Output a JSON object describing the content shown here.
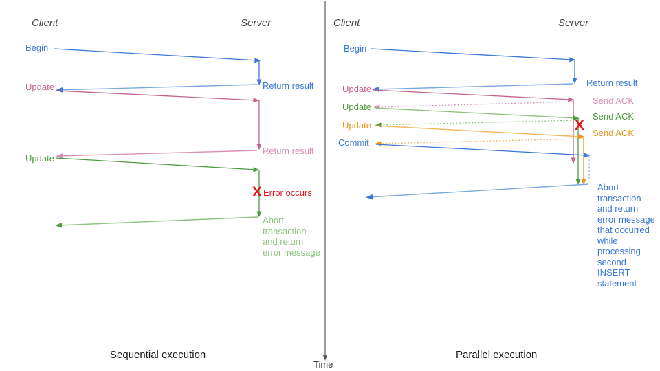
{
  "colors": {
    "blue": "#3b78d8",
    "blue_light": "#7ba7e0",
    "pink": "#c4628f",
    "pink_light": "#d98fb4",
    "green": "#4f9a41",
    "green_light": "#8cc47f",
    "orange": "#e8961e",
    "orange_light": "#f2b65c",
    "red": "#e8131a",
    "axis": "#595959",
    "actor": "#444444",
    "caption": "#1a1a1a"
  },
  "time_axis": {
    "label": "Time"
  },
  "left_panel": {
    "caption": "Sequential execution",
    "actors": {
      "client": "Client",
      "server": "Server"
    },
    "client_labels": [
      {
        "text": "Begin",
        "color": "blue"
      },
      {
        "text": "Update",
        "color": "pink"
      },
      {
        "text": "Update",
        "color": "green"
      }
    ],
    "server_labels": [
      {
        "text": "Return result",
        "color": "blue"
      },
      {
        "text": "Return result",
        "color": "pink"
      },
      {
        "text": "Error occurs",
        "color": "red"
      },
      {
        "text": "Abort\ntransaction\nand return\nerror message",
        "color": "green"
      }
    ],
    "error_marker": "X"
  },
  "right_panel": {
    "caption": "Parallel execution",
    "actors": {
      "client": "Client",
      "server": "Server"
    },
    "client_labels": [
      {
        "text": "Begin",
        "color": "blue"
      },
      {
        "text": "Update",
        "color": "pink"
      },
      {
        "text": "Update",
        "color": "green"
      },
      {
        "text": "Update",
        "color": "orange"
      },
      {
        "text": "Commit",
        "color": "blue"
      }
    ],
    "server_labels": [
      {
        "text": "Return result",
        "color": "blue"
      },
      {
        "text": "Send ACK",
        "color": "pink"
      },
      {
        "text": "Send ACK",
        "color": "green"
      },
      {
        "text": "Send ACK",
        "color": "orange"
      },
      {
        "text": "Abort\ntransaction\nand return\nerror message\nthat occurred\nwhile\nprocessing\nsecond\nINSERT\nstatement",
        "color": "blue"
      }
    ],
    "error_marker": "X"
  }
}
